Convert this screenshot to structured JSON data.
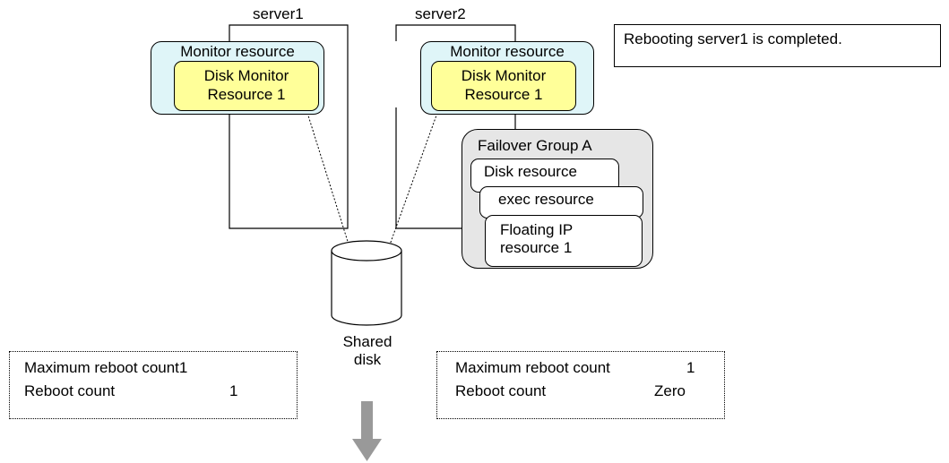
{
  "servers": [
    {
      "label": "server1"
    },
    {
      "label": "server2"
    }
  ],
  "monitor_resource": {
    "title": "Monitor resource",
    "disk_monitor_line1": "Disk Monitor",
    "disk_monitor_line2": "Resource 1"
  },
  "failover_group": {
    "title": "Failover Group A",
    "resources": [
      "Disk resource",
      "exec resource",
      "Floating IP",
      "resource 1"
    ]
  },
  "shared_disk": {
    "line1": "Shared",
    "line2": "disk"
  },
  "status_message": "Rebooting server1 is completed.",
  "counts_server1": {
    "max_label": "Maximum reboot count1",
    "reboot_label": "Reboot count",
    "reboot_value": "1"
  },
  "counts_server2": {
    "max_label": "Maximum reboot count",
    "max_value": "1",
    "reboot_label": "Reboot count",
    "reboot_value": "Zero"
  },
  "colors": {
    "monitor_fill": "#dff5f8",
    "disk_monitor_fill": "#ffff99",
    "group_fill": "#e6e6e6",
    "arrow": "#999999"
  }
}
